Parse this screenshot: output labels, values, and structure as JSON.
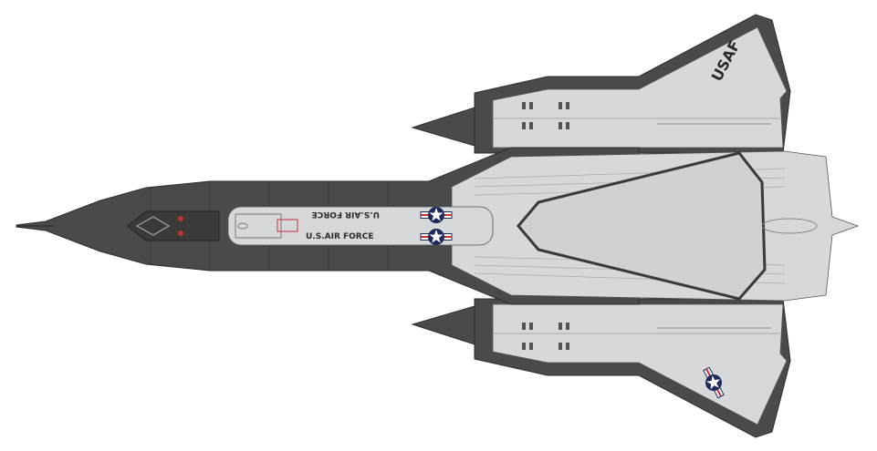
{
  "aircraft": {
    "tail_marking": "USAF",
    "fuselage_marking": "U.S.AIR FORCE",
    "fuselage_marking_inverted": "U.S.AIR FORCE"
  },
  "colors": {
    "dark_gray": "#4a4a4a",
    "light_gray": "#d6d8da",
    "line": "#2e2e2e",
    "roundel_blue": "#1f2a5c",
    "roundel_red": "#c8313a",
    "background": "#ffffff"
  }
}
